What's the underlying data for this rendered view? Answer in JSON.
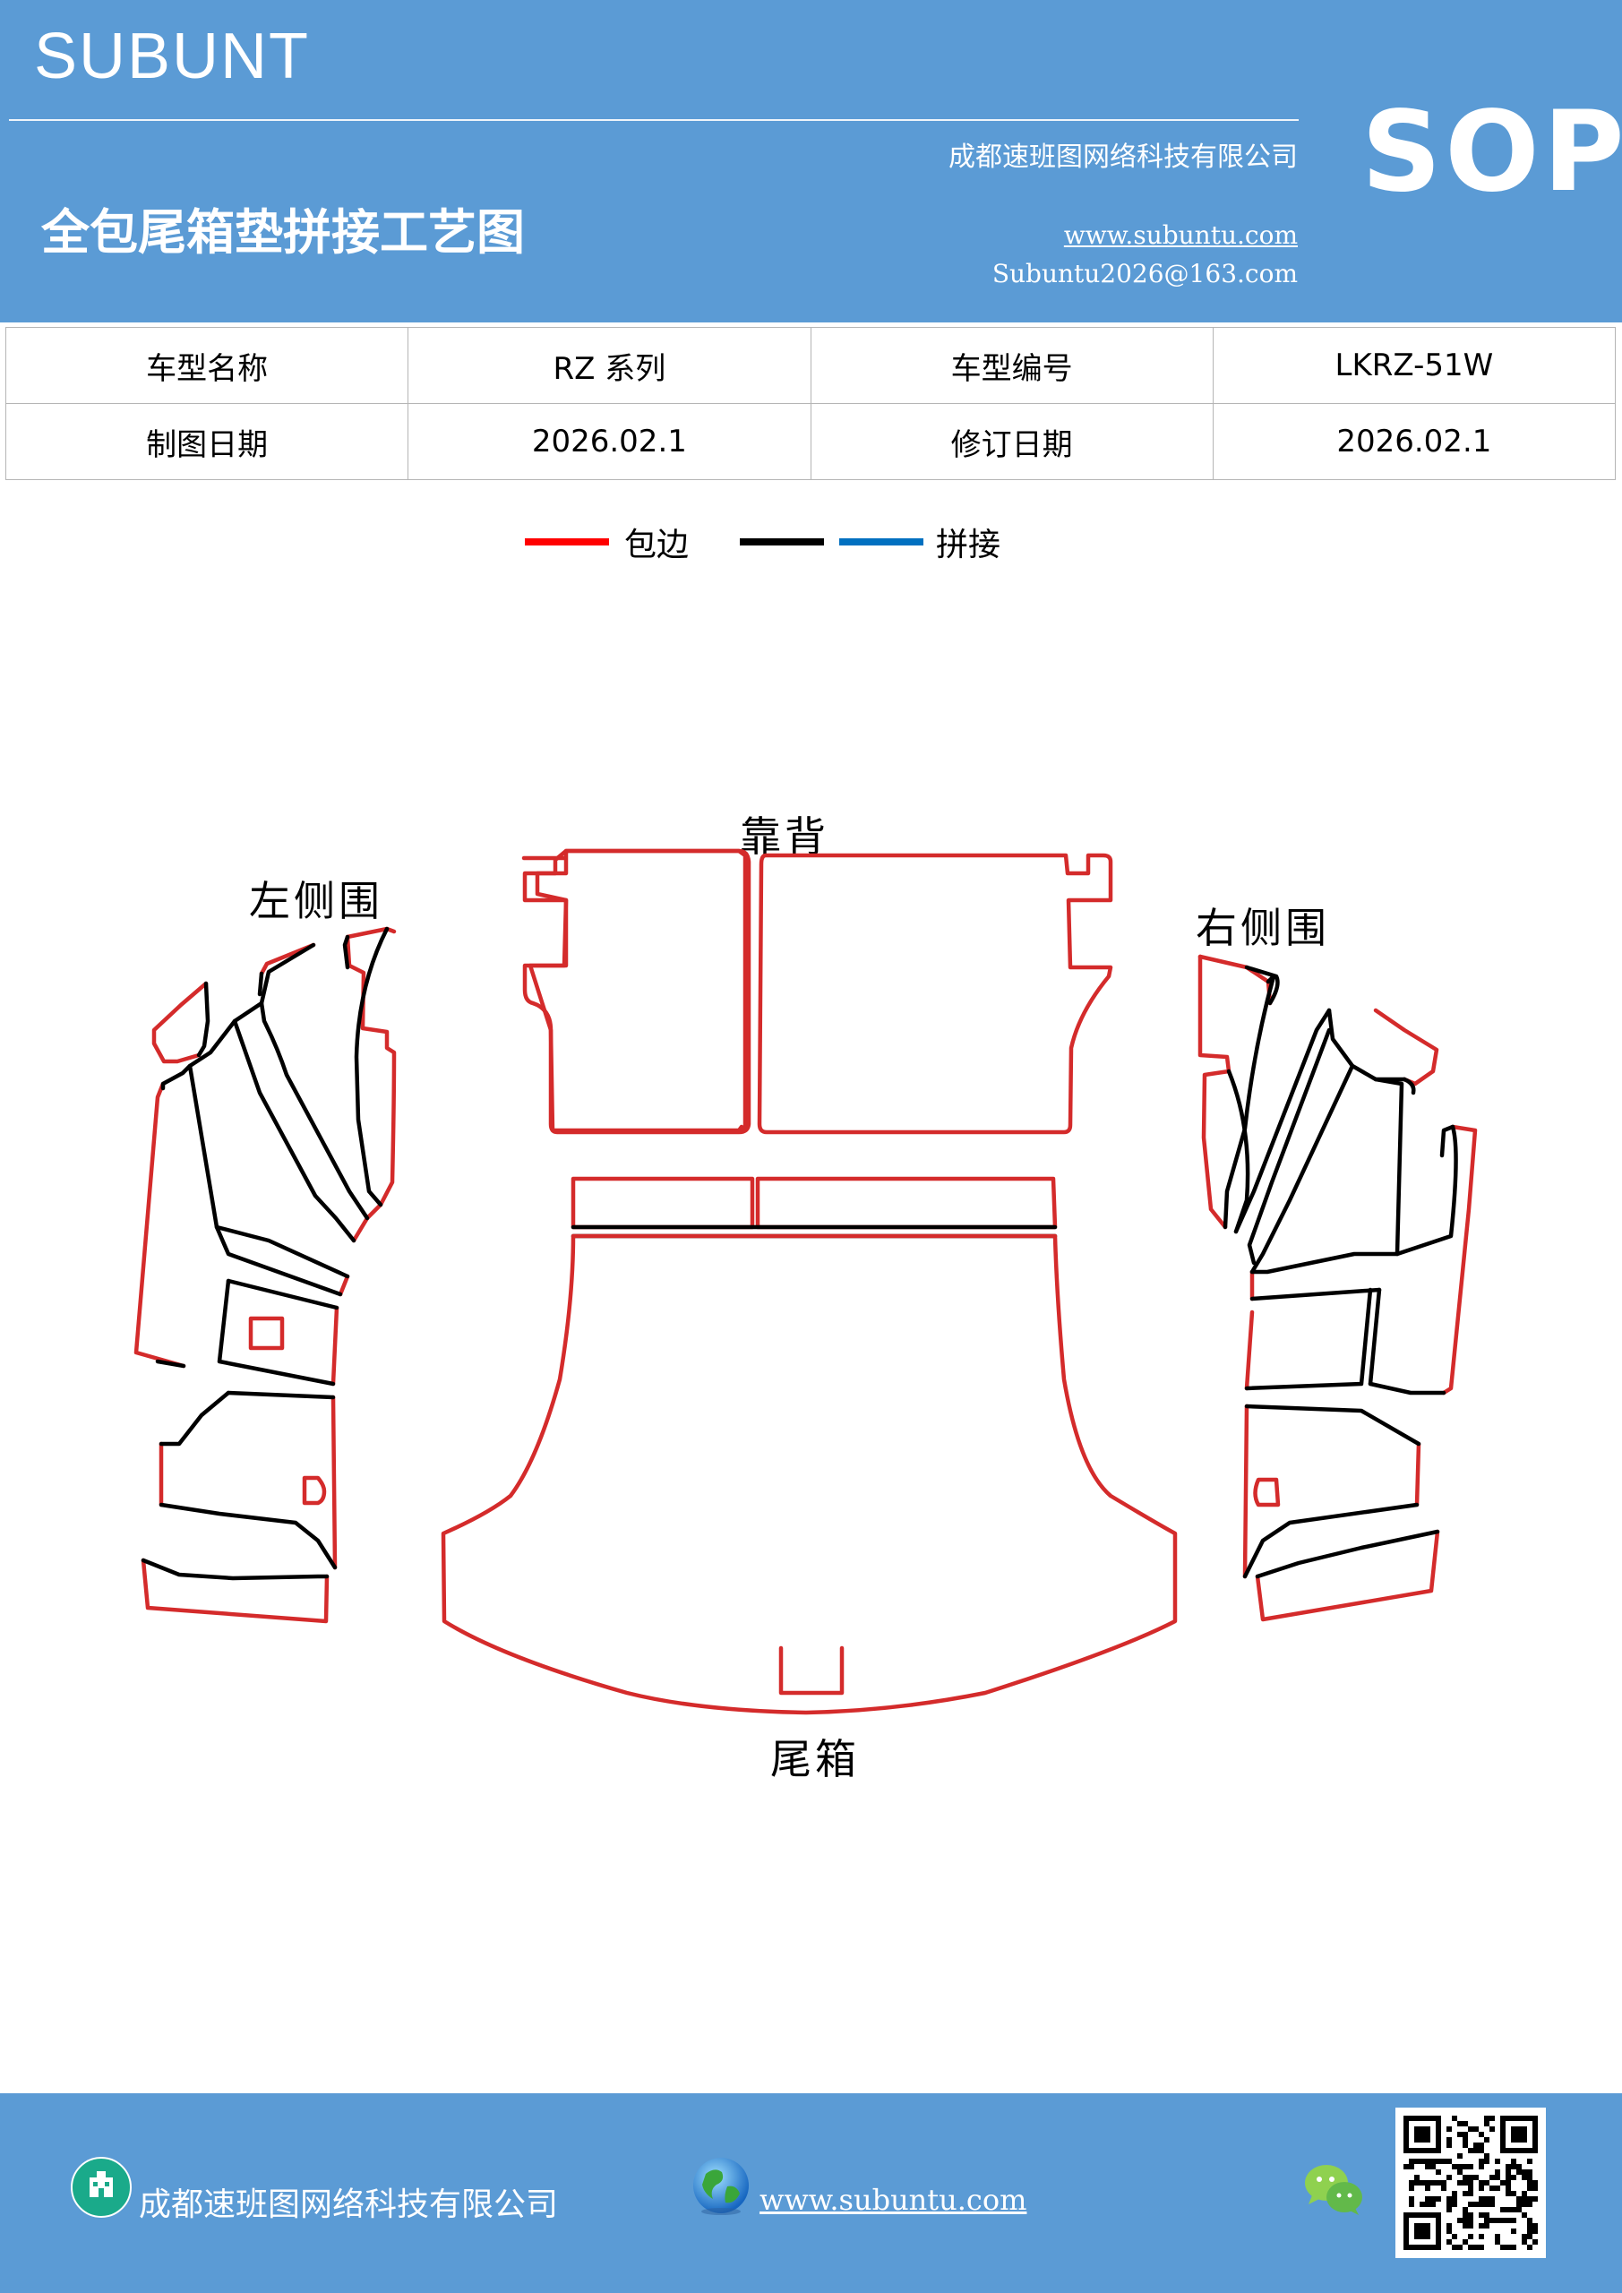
{
  "header": {
    "brand": "SUBUNT",
    "company": "成都速班图网络科技有限公司",
    "title": "全包尾箱垫拼接工艺图",
    "website": "www.subuntu.com",
    "email": "Subuntu2026@163.com",
    "badge": "SOP"
  },
  "info": {
    "rows": [
      [
        "车型名称",
        "RZ 系列",
        "车型编号",
        "LKRZ-51W"
      ],
      [
        "制图日期",
        "2026.02.1",
        "修订日期",
        "2026.02.1"
      ]
    ]
  },
  "legend": {
    "items": [
      {
        "label": "包边",
        "color": "#ff0000"
      },
      {
        "label": "",
        "color": "#000000"
      },
      {
        "label": "拼接",
        "color": "#0070c0"
      }
    ]
  },
  "diagram": {
    "labels": {
      "left": "左侧围",
      "back": "靠背",
      "right": "右侧围",
      "trunk": "尾箱"
    },
    "colors": {
      "edge": "#d42b2b",
      "seam": "#000000"
    }
  },
  "footer": {
    "company": "成都速班图网络科技有限公司",
    "website": "www.subuntu.com",
    "icons": [
      "building-icon",
      "globe-icon",
      "wechat-icon",
      "qr-code"
    ]
  }
}
